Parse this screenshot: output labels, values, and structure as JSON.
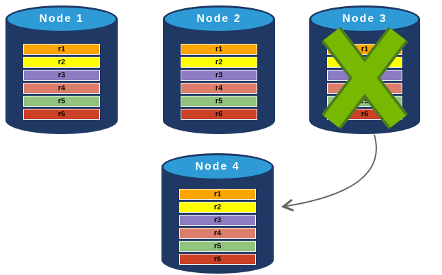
{
  "diagram": {
    "nodes": [
      {
        "title": "Node 1",
        "status": "ok"
      },
      {
        "title": "Node 2",
        "status": "ok"
      },
      {
        "title": "Node 3",
        "status": "failed"
      },
      {
        "title": "Node 4",
        "status": "ok"
      }
    ],
    "rows": [
      {
        "label": "r1",
        "color": "#FFA500"
      },
      {
        "label": "r2",
        "color": "#FFFF00"
      },
      {
        "label": "r3",
        "color": "#8E7CC3"
      },
      {
        "label": "r4",
        "color": "#DD7E6B"
      },
      {
        "label": "r5",
        "color": "#93C47D"
      },
      {
        "label": "r6",
        "color": "#CC4125"
      }
    ],
    "colors": {
      "cylinder_body": "#1F3864",
      "cylinder_top": "#2E9BD6",
      "x_mark_fill": "#76B900",
      "x_mark_outline": "#4E7A1E",
      "arrow": "#666666",
      "row_text": "#000000",
      "node_title_text": "#FFFFFF"
    }
  }
}
